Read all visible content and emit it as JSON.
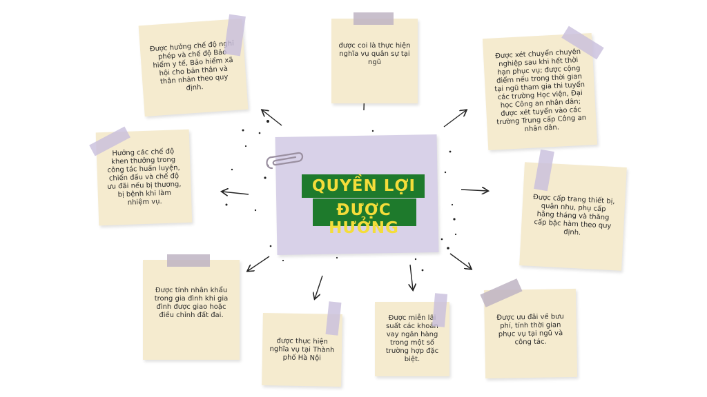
{
  "center": {
    "line1": "QUYỀN LỢI",
    "line2": "ĐƯỢC HƯỞNG"
  },
  "notes": [
    "Được hưởng chế độ nghỉ phép và chế độ Bảo hiểm y tế, Bảo hiểm xã hội cho bản thân và thân nhân theo quy định.",
    "được coi là thực hiện nghĩa vụ quân sự tại ngũ",
    "Được xét chuyển chuyên nghiệp sau khi hết thời hạn phục vụ; được cộng điểm nếu trong thời gian tại ngũ tham gia thi tuyển các trường Học viện, Đại học Công an nhân dân; được xét tuyển vào các trường Trung cấp Công an nhân dân.",
    "Hưởng các chế độ khen thưởng trong công tác huấn luyện, chiến đấu và chế độ ưu đãi nếu bị thương, bị bệnh khi làm nhiệm vụ.",
    "Được cấp trang thiết bị, quân nhu, phụ cấp hằng tháng và thăng cấp bậc hàm theo quy định.",
    "Được tính nhân khẩu trong gia đình khi gia đình được giao hoặc điều chỉnh đất đai.",
    "được thực hiện nghĩa vụ tại Thành phố Hà Nội",
    "Được miễn lãi suất các khoản vay ngân hàng trong một số trường hợp đặc biệt.",
    "Được ưu đãi về bưu phí, tính thời gian phục vụ tại ngũ và công tác."
  ],
  "colors": {
    "note": "#f5ebcf",
    "center": "#d8d1e8",
    "band": "#1e7a2c",
    "title": "#f4dd3a",
    "tape": "#c8bedc"
  }
}
